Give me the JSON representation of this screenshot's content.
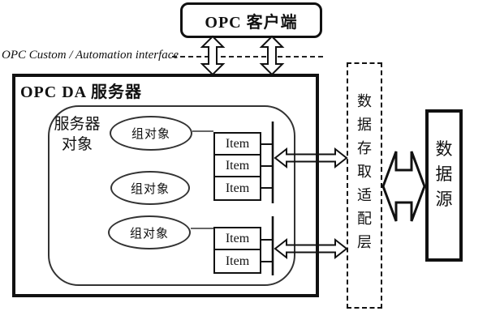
{
  "client": {
    "label": "OPC 客户端"
  },
  "interface_label": "OPC Custom / Automation interface",
  "server": {
    "title": "OPC DA 服务器",
    "object_label": "服务器\n对象",
    "groups": [
      "组对象",
      "组对象",
      "组对象"
    ],
    "item_stacks": [
      {
        "items": [
          "Item",
          "Item",
          "Item"
        ]
      },
      {
        "items": [
          "Item",
          "Item"
        ]
      }
    ]
  },
  "adapter": {
    "label": "数据存取适配层"
  },
  "datasource": {
    "label": "数据源"
  },
  "colors": {
    "line": "#111111",
    "background": "#ffffff"
  }
}
